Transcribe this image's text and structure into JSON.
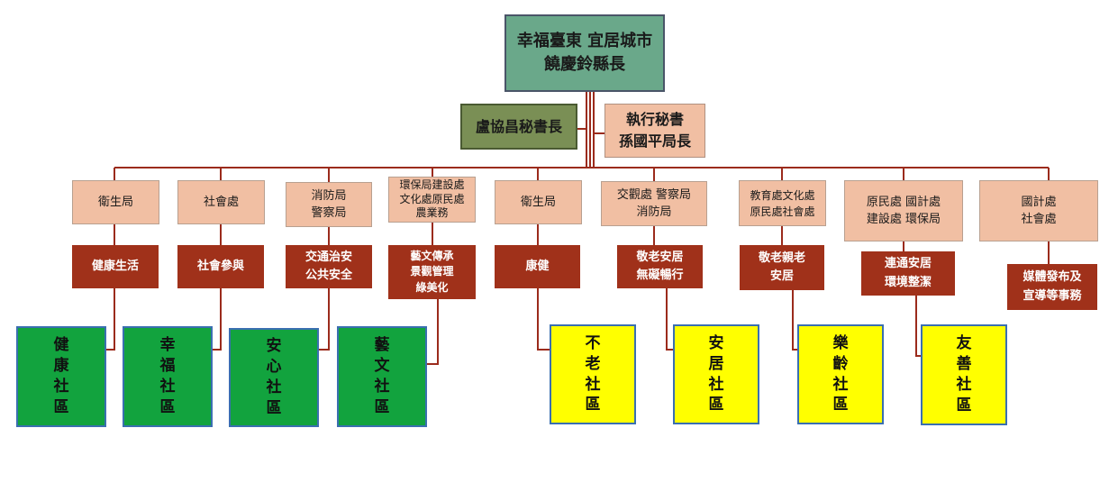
{
  "top": "幸福臺東 宜居城市\n饒慶鈴縣長",
  "secretary": "盧協昌秘書長",
  "executive": "執行秘書\n孫國平局長",
  "departments": [
    "衛生局",
    "社會處",
    "消防局\n警察局",
    "環保局建設處\n文化處原民處\n農業務",
    "衛生局",
    "交觀處  警察局\n消防局",
    "教育處文化處\n原民處社會處",
    "原民處  國計處\n建設處  環保局",
    "國計處\n社會處"
  ],
  "tasks": [
    "健康生活",
    "社會參與",
    "交通治安\n公共安全",
    "藝文傳承\n景觀管理\n綠美化",
    "康健",
    "敬老安居\n無礙暢行",
    "敬老親老\n安居",
    "連通安居\n環境整潔",
    "媒體發布及\n宣導等事務"
  ],
  "communities": [
    "健\n康\n社\n區",
    "幸\n福\n社\n區",
    "安\n心\n社\n區",
    "藝\n文\n社\n區",
    "不\n老\n社\n區",
    "安\n居\n社\n區",
    "樂\n齡\n社\n區",
    "友\n善\n社\n區"
  ],
  "colors": {
    "line": "#9b2b1c",
    "top_fill": "#6aa88a",
    "secretary_fill": "#7a8f55",
    "dept_fill": "#f1bfa3",
    "task_fill": "#a0311a",
    "community_green": "#12a33e",
    "community_yellow": "#ffff00"
  }
}
